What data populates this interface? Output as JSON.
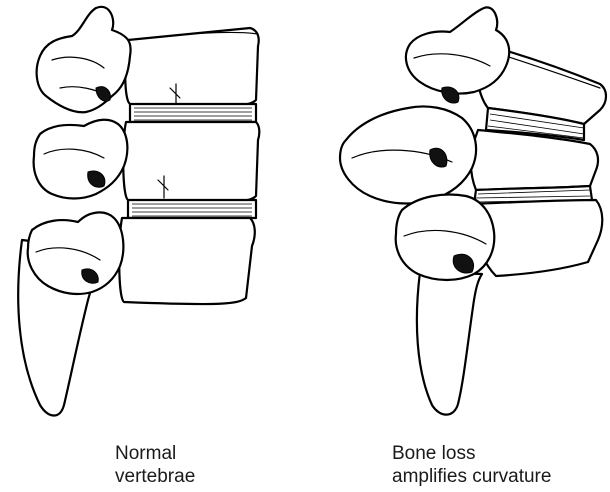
{
  "captions": {
    "left": {
      "line1": "Normal",
      "line2": "vertebrae"
    },
    "right": {
      "line1": "Bone loss",
      "line2": "amplifies curvature"
    }
  },
  "colors": {
    "ink": "#000000",
    "background": "#ffffff",
    "text": "#1a1a1a"
  }
}
